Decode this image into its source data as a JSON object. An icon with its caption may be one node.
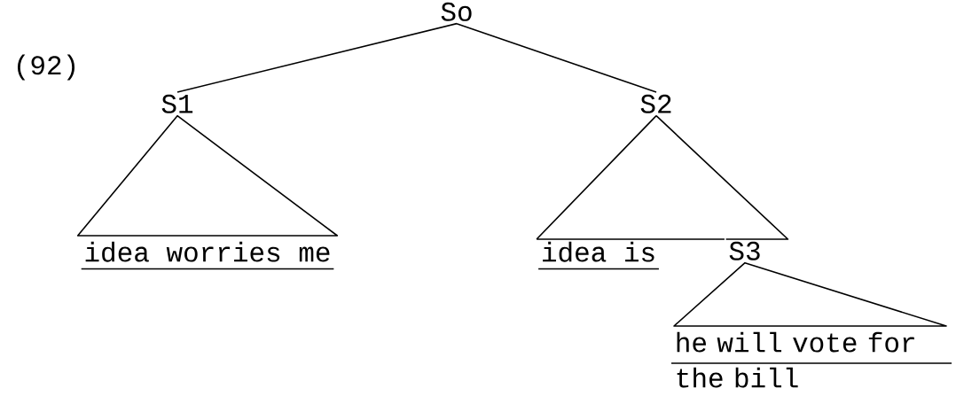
{
  "diagram": {
    "nodes": [
      {
        "text": [
          "So"
        ]
      },
      {
        "text": [
          "S1"
        ]
      },
      {
        "text": [
          "S2"
        ]
      },
      {
        "text": [
          "idea worries me"
        ]
      },
      {
        "text": [
          "idea is"
        ]
      },
      {
        "text": [
          "S3"
        ]
      },
      {
        "text": [
          "he will vote for the bill"
        ]
      }
    ],
    "edges": [
      {
        "from": 0,
        "to": 1,
        "arrow": "none"
      },
      {
        "from": 0,
        "to": 2,
        "arrow": "none"
      },
      {
        "from": 1,
        "to": 3,
        "arrow": "none"
      },
      {
        "from": 2,
        "to": 4,
        "arrow": "none"
      },
      {
        "from": 2,
        "to": 5,
        "arrow": "none"
      },
      {
        "from": 5,
        "to": 6,
        "arrow": "none"
      }
    ],
    "labels": [
      "(92)"
    ]
  }
}
